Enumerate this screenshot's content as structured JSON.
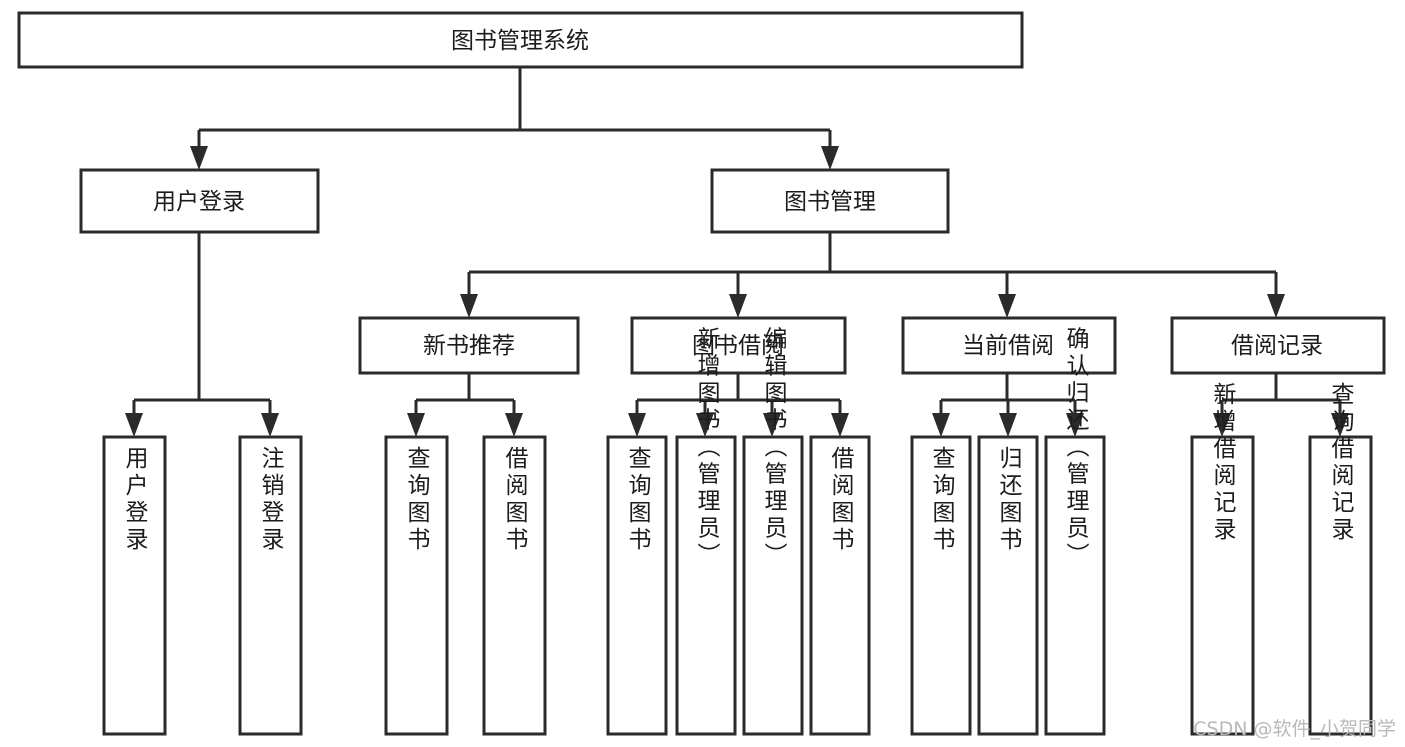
{
  "diagram": {
    "type": "tree-hierarchy",
    "title": "图书管理系统",
    "orientation": "top-down",
    "colors": {
      "background": "#ffffff",
      "box_fill": "#ffffff",
      "box_stroke": "#2b2b2b",
      "text": "#1c1c1c",
      "watermark": "#b9b9b9"
    },
    "root": {
      "id": "root",
      "label": "图书管理系统",
      "orientation": "horizontal"
    },
    "level2": [
      {
        "id": "user-login",
        "label": "用户登录",
        "orientation": "horizontal"
      },
      {
        "id": "book-management",
        "label": "图书管理",
        "orientation": "horizontal"
      }
    ],
    "level3": [
      {
        "id": "new-book-recommend",
        "label": "新书推荐",
        "orientation": "horizontal",
        "parent": "book-management"
      },
      {
        "id": "book-borrow",
        "label": "图书借阅",
        "orientation": "horizontal",
        "parent": "book-management"
      },
      {
        "id": "current-borrow",
        "label": "当前借阅",
        "orientation": "horizontal",
        "parent": "book-management"
      },
      {
        "id": "borrow-record",
        "label": "借阅记录",
        "orientation": "horizontal",
        "parent": "book-management"
      }
    ],
    "leaves": [
      {
        "id": "leaf-user-login",
        "label": "用户登录",
        "orientation": "vertical",
        "parent": "user-login"
      },
      {
        "id": "leaf-user-logout",
        "label": "注销登录",
        "orientation": "vertical",
        "parent": "user-login"
      },
      {
        "id": "leaf-query-book-1",
        "label": "查询图书",
        "orientation": "vertical",
        "parent": "new-book-recommend"
      },
      {
        "id": "leaf-borrow-book-1",
        "label": "借阅图书",
        "orientation": "vertical",
        "parent": "new-book-recommend"
      },
      {
        "id": "leaf-query-book-2",
        "label": "查询图书",
        "orientation": "vertical",
        "parent": "book-borrow"
      },
      {
        "id": "leaf-add-book",
        "label": "新增图书（管理员）",
        "orientation": "vertical",
        "parent": "book-borrow"
      },
      {
        "id": "leaf-edit-book",
        "label": "编辑图书（管理员）",
        "orientation": "vertical",
        "parent": "book-borrow"
      },
      {
        "id": "leaf-borrow-book-2",
        "label": "借阅图书",
        "orientation": "vertical",
        "parent": "book-borrow"
      },
      {
        "id": "leaf-query-book-3",
        "label": "查询图书",
        "orientation": "vertical",
        "parent": "current-borrow"
      },
      {
        "id": "leaf-return-book",
        "label": "归还图书",
        "orientation": "vertical",
        "parent": "current-borrow"
      },
      {
        "id": "leaf-confirm-return",
        "label": "确认归还（管理员）",
        "orientation": "vertical",
        "parent": "current-borrow"
      },
      {
        "id": "leaf-add-record",
        "label": "新增借阅记录",
        "orientation": "vertical",
        "parent": "borrow-record"
      },
      {
        "id": "leaf-query-record",
        "label": "查询借阅记录",
        "orientation": "vertical",
        "parent": "borrow-record"
      }
    ]
  },
  "watermark": {
    "text": "CSDN @软件_小贺同学"
  }
}
